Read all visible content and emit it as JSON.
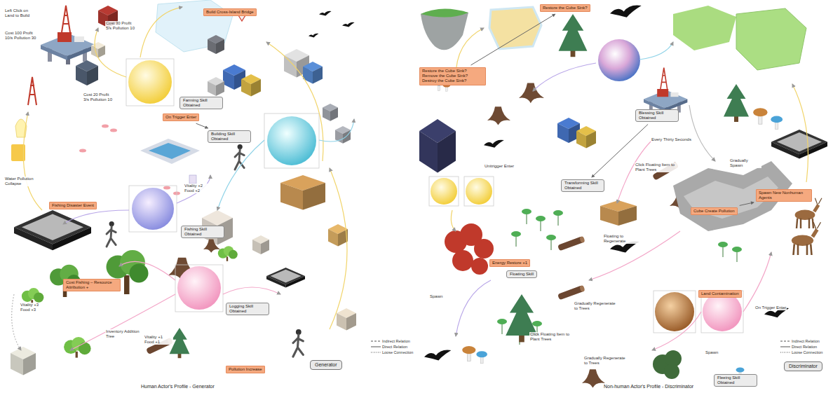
{
  "diagram": {
    "nodes": [
      {
        "text": [
          "Build Cross-Island Bridge"
        ]
      },
      {
        "text": [
          "Farming Skill Obtained"
        ]
      },
      {
        "text": [
          "On Trigger Enter"
        ]
      },
      {
        "text": [
          "Building Skill Obtained"
        ]
      },
      {
        "text": [
          "Fishing Disaster Event"
        ]
      },
      {
        "text": [
          "Fishing Skill Obtained"
        ]
      },
      {
        "text": [
          "Cost Fishing – Resource Attribution +"
        ]
      },
      {
        "text": [
          "Logging Skill Obtained"
        ]
      },
      {
        "text": [
          "Pollution Increase"
        ]
      },
      {
        "text": [
          "Generator"
        ]
      },
      {
        "text": [
          "Restore the Cube Sink?"
        ]
      },
      {
        "text": [
          "Restore the Cube Sink? Remove the Cube Sink? Destroy the Cube Sink?"
        ]
      },
      {
        "text": [
          "Blessing Skill Obtained"
        ]
      },
      {
        "text": [
          "Transforming Skill Obtained"
        ]
      },
      {
        "text": [
          "Spawn New Nonhuman Agents"
        ]
      },
      {
        "text": [
          "Cube Create Pollution"
        ]
      },
      {
        "text": [
          "Energy Restore +1"
        ]
      },
      {
        "text": [
          "Floating Skill"
        ]
      },
      {
        "text": [
          "Land Contamination"
        ]
      },
      {
        "text": [
          "Fleeing Skill Obtained"
        ]
      },
      {
        "text": [
          "Discriminator"
        ]
      }
    ],
    "edges": [
      {
        "from": 2,
        "to": 3,
        "arrow": "to"
      },
      {
        "from": 11,
        "to": 10,
        "arrow": "to"
      },
      {
        "from": 12,
        "to": 13,
        "arrow": "to"
      },
      {
        "from": 15,
        "to": 14,
        "arrow": "to"
      }
    ],
    "labels": [
      "Left Click on Land to Build",
      "Cost 100 Profit 10/s Pollution 30",
      "Cost 30 Profit 5/s Pollution 10",
      "Cost 20 Profit 3/s Pollution 10",
      "Water Pollution Collapse",
      "Vitality +2 Food +2",
      "Inventory Addition Tree",
      "Vitality +1 Food +1",
      "Vitality +3 Food +3",
      "Human Actor's Profile - Generator",
      "Every Thirty Seconds",
      "Click Floating Item to Plant Trees",
      "Gradually Spawn",
      "Spawn",
      "Gradually Regenerate to Trees",
      "Click Floating Item to Plant Trees",
      "Gradually Regenerate to Trees",
      "Spawn",
      "Floating to Regenerate",
      "Non-human Actor's Profile - Discriminator",
      "Unitrigger Enter",
      "On Trigger Enter"
    ],
    "legend": [
      {
        "text": "Indirect Relation"
      },
      {
        "text": "Direct Relation"
      },
      {
        "text": "Loose Connection"
      },
      {
        "text": "Indirect Relation"
      },
      {
        "text": "Direct Relation"
      },
      {
        "text": "Loose Connection"
      }
    ]
  }
}
